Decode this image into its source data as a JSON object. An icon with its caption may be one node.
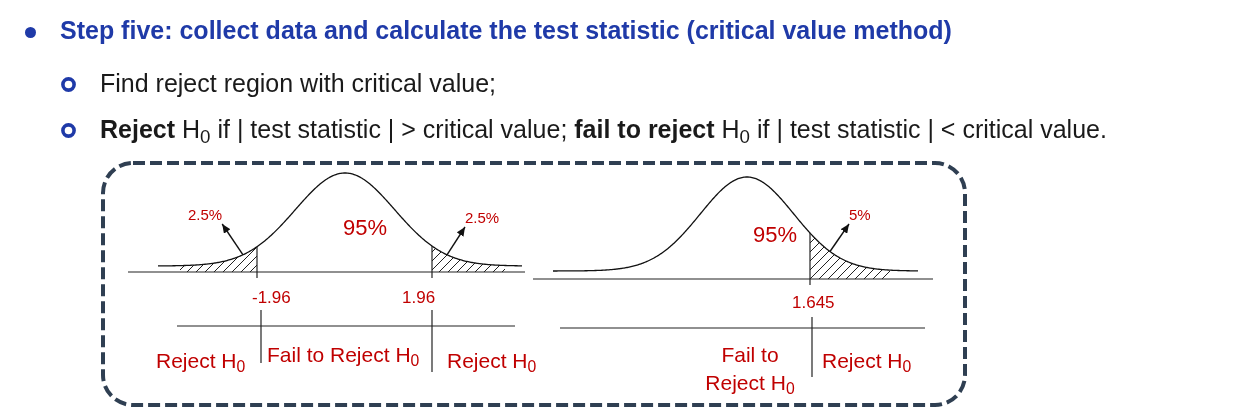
{
  "diagram": {
    "title": "Step five: collect data and calculate the test statistic (critical value method)",
    "nodes": [
      {
        "text": [],
        "shape": "box"
      },
      {
        "text": [
          "2.5%"
        ],
        "in": 0
      },
      {
        "text": [],
        "shape": "area",
        "in": 0
      },
      {
        "text": [
          "2.5%"
        ],
        "in": 0
      },
      {
        "text": [],
        "shape": "area",
        "in": 0
      },
      {
        "text": [
          "5%"
        ],
        "in": 0
      },
      {
        "text": [],
        "shape": "area",
        "in": 0
      }
    ],
    "edges": [
      {
        "from": 2,
        "to": 1,
        "arrow": "to"
      },
      {
        "from": 4,
        "to": 3,
        "arrow": "to"
      },
      {
        "from": 6,
        "to": 5,
        "arrow": "to"
      }
    ],
    "labels": [
      "Find reject region with critical value;",
      "**Reject** H$_{0}$ if | test statistic | > critical value; **fail to reject** H$_{0}$ if | test statistic | < critical value.",
      "95%",
      "-1.96",
      "1.96",
      "Reject H$_{0}$",
      "Fail to Reject H$_{0}$",
      "Reject H$_{0}$",
      "95%",
      "1.645",
      "Fail to Reject H$_{0}$",
      "Reject H$_{0}$"
    ]
  }
}
